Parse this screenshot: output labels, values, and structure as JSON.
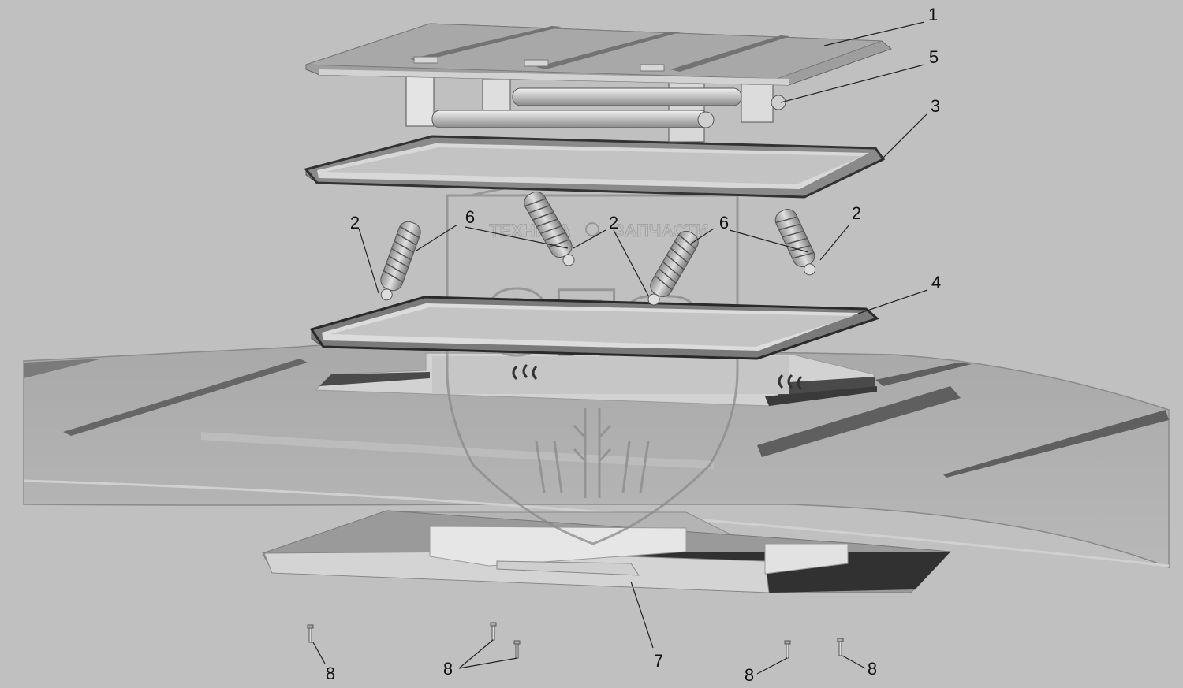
{
  "watermark": {
    "left_text": "ТЕХНИКА",
    "right_text": "ЗАПЧАСТИ",
    "logo_letters": "ЭПФ"
  },
  "callouts": [
    {
      "id": "c1",
      "label": "1"
    },
    {
      "id": "c5",
      "label": "5"
    },
    {
      "id": "c3",
      "label": "3"
    },
    {
      "id": "c2a",
      "label": "2"
    },
    {
      "id": "c6a",
      "label": "6"
    },
    {
      "id": "c2b",
      "label": "2"
    },
    {
      "id": "c6b",
      "label": "6"
    },
    {
      "id": "c2c",
      "label": "2"
    },
    {
      "id": "c4",
      "label": "4"
    },
    {
      "id": "c7",
      "label": "7"
    },
    {
      "id": "c8a",
      "label": "8"
    },
    {
      "id": "c8b",
      "label": "8"
    },
    {
      "id": "c8c",
      "label": "8"
    },
    {
      "id": "c8d",
      "label": "8"
    }
  ]
}
